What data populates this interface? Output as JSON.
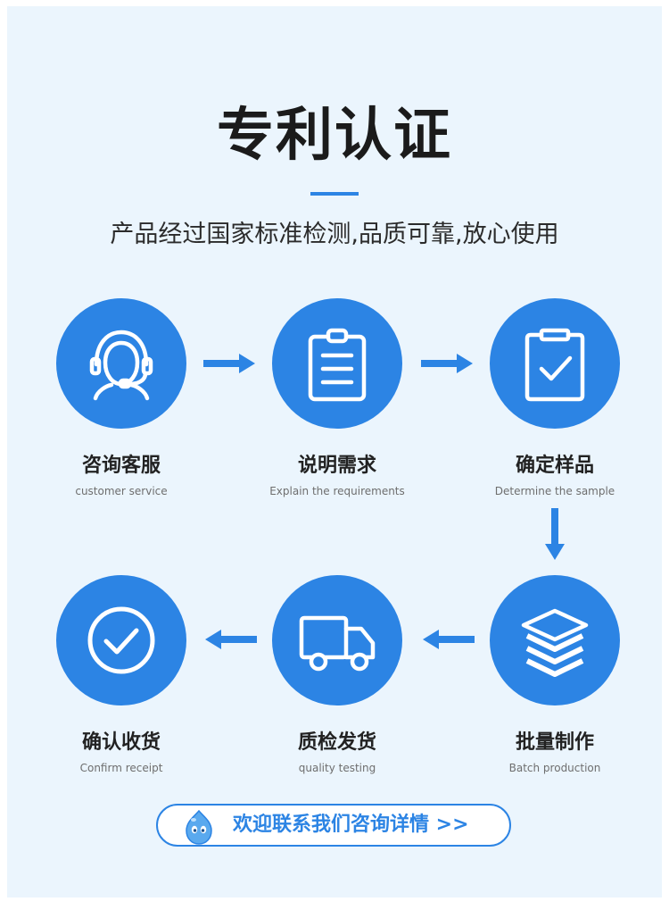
{
  "header": {
    "title": "专利认证",
    "subtitle": "产品经过国家标准检测,品质可靠,放心使用"
  },
  "steps": [
    {
      "title": "咨询客服",
      "subtitle": "customer service",
      "icon": "customer-service-icon"
    },
    {
      "title": "说明需求",
      "subtitle": "Explain the requirements",
      "icon": "clipboard-icon"
    },
    {
      "title": "确定样品",
      "subtitle": "Determine the sample",
      "icon": "checked-clipboard-icon"
    },
    {
      "title": "批量制作",
      "subtitle": "Batch production",
      "icon": "layers-icon"
    },
    {
      "title": "质检发货",
      "subtitle": "quality testing",
      "icon": "truck-icon"
    },
    {
      "title": "确认收货",
      "subtitle": "Confirm receipt",
      "icon": "check-circle-icon"
    }
  ],
  "cta": {
    "label": "欢迎联系我们咨询详情 >>",
    "icon": "mascot-icon"
  },
  "colors": {
    "accent": "#2c84e4",
    "background": "#ebf5fd",
    "text": "#1b1b1b"
  }
}
